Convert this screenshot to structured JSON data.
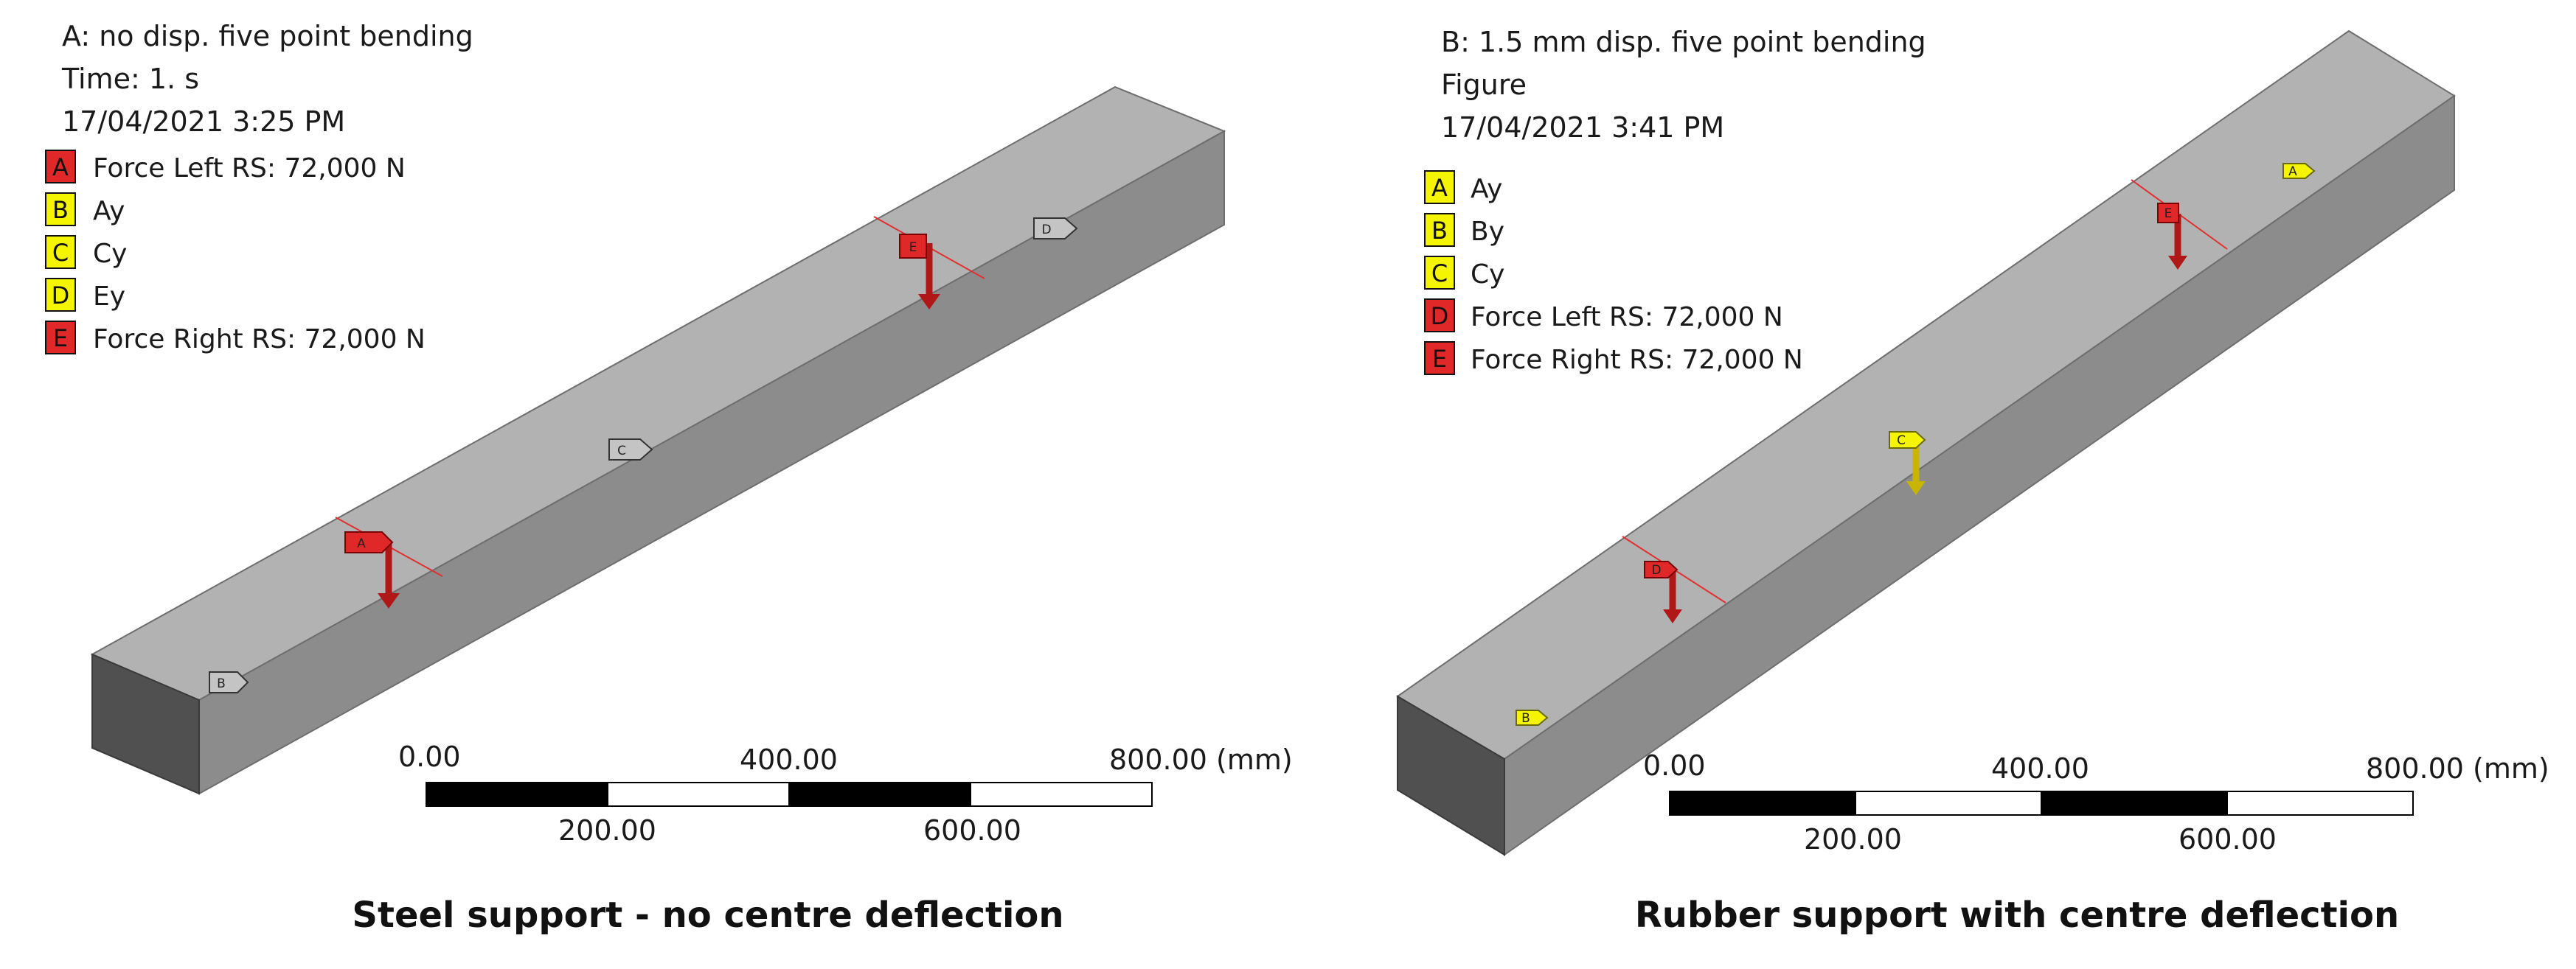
{
  "colors": {
    "beam_top": "#b2b2b2",
    "beam_front": "#8c8c8c",
    "beam_end": "#505050",
    "beam_edge": "#6e6e6e",
    "red_fill": "#e02828",
    "red_stroke": "#7a0000",
    "arrow_red": "#b01818",
    "yellow_fill": "#f5f500",
    "yellow_stroke": "#6a6a00",
    "arrow_yellow": "#c9b400",
    "gray_tag_fill": "#c4c4c4",
    "gray_tag_stroke": "#333333",
    "section_line": "#e03030"
  },
  "panels": [
    {
      "header": [
        "A: no disp. five point bending",
        "Time: 1. s",
        "17/04/2021 3:25 PM"
      ],
      "legend": [
        {
          "letter": "A",
          "text": "Force Left RS: 72,000 N",
          "color": "red"
        },
        {
          "letter": "B",
          "text": "Ay",
          "color": "yellow"
        },
        {
          "letter": "C",
          "text": "Cy",
          "color": "yellow"
        },
        {
          "letter": "D",
          "text": "Ey",
          "color": "yellow"
        },
        {
          "letter": "E",
          "text": "Force Right RS: 72,000 N",
          "color": "red"
        }
      ],
      "markers": [
        {
          "letter": "A",
          "kind": "force-red"
        },
        {
          "letter": "B",
          "kind": "support-gray"
        },
        {
          "letter": "C",
          "kind": "support-gray"
        },
        {
          "letter": "D",
          "kind": "support-gray"
        },
        {
          "letter": "E",
          "kind": "force-red"
        }
      ],
      "scale": {
        "top_labels": [
          "0.00",
          "400.00",
          "800.00 (mm)"
        ],
        "bottom_labels": [
          "200.00",
          "600.00"
        ]
      },
      "caption": "Steel support - no centre deflection"
    },
    {
      "header": [
        "B: 1.5 mm disp. five point bending",
        "Figure",
        "17/04/2021 3:41 PM"
      ],
      "legend": [
        {
          "letter": "A",
          "text": "Ay",
          "color": "yellow"
        },
        {
          "letter": "B",
          "text": "By",
          "color": "yellow"
        },
        {
          "letter": "C",
          "text": "Cy",
          "color": "yellow"
        },
        {
          "letter": "D",
          "text": "Force Left RS: 72,000 N",
          "color": "red"
        },
        {
          "letter": "E",
          "text": "Force Right RS: 72,000 N",
          "color": "red"
        }
      ],
      "markers": [
        {
          "letter": "A",
          "kind": "support-yellow"
        },
        {
          "letter": "B",
          "kind": "support-yellow"
        },
        {
          "letter": "C",
          "kind": "displacement-yellow"
        },
        {
          "letter": "D",
          "kind": "force-red"
        },
        {
          "letter": "E",
          "kind": "force-red"
        }
      ],
      "scale": {
        "top_labels": [
          "0.00",
          "400.00",
          "800.00 (mm)"
        ],
        "bottom_labels": [
          "200.00",
          "600.00"
        ]
      },
      "caption": "Rubber support with centre deflection"
    }
  ]
}
